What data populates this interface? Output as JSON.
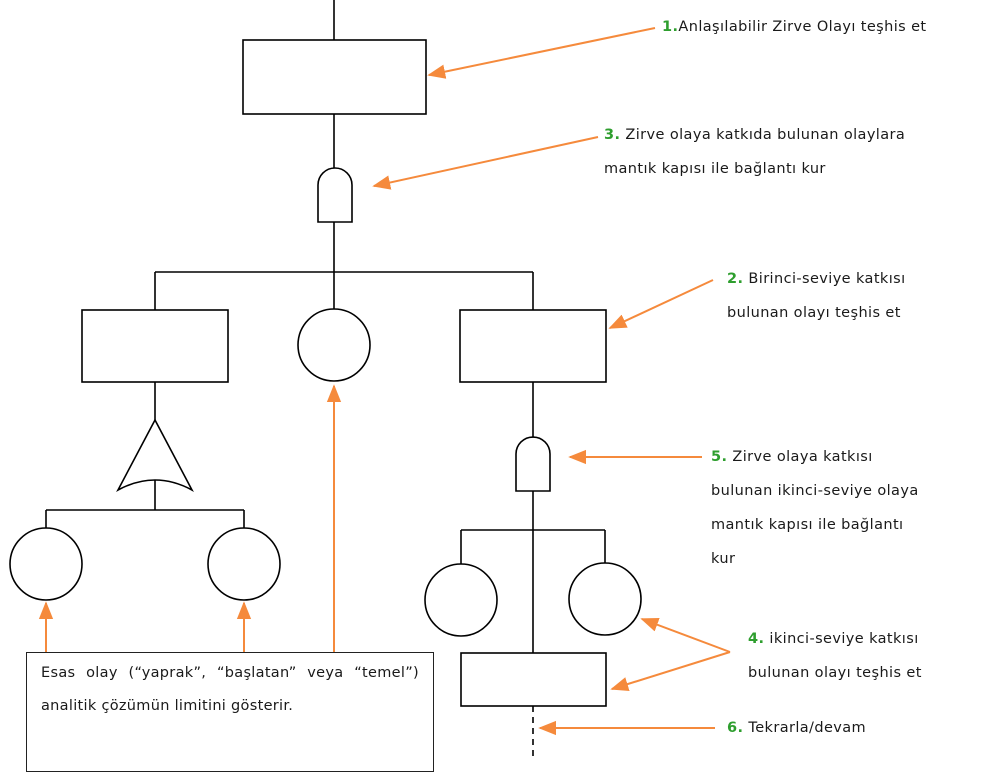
{
  "annotations": {
    "a1": {
      "num": "1.",
      "text": "Anlaşılabilir Zirve Olayı teşhis et"
    },
    "a3": {
      "num": "3.",
      "line1": "Zirve olaya katkıda bulunan olaylara",
      "line2": "mantık kapısı ile bağlantı kur"
    },
    "a2": {
      "num": "2.",
      "line1": "Birinci-seviye katkısı",
      "line2": "bulunan olayı teşhis et"
    },
    "a5": {
      "num": "5.",
      "line1": "Zirve olaya katkısı",
      "line2": "bulunan ikinci-seviye olaya",
      "line3": "mantık kapısı ile bağlantı",
      "line4": "kur"
    },
    "a4": {
      "num": "4.",
      "line1": "ikinci-seviye katkısı",
      "line2": "bulunan olayı teşhis et"
    },
    "a6": {
      "num": "6.",
      "text": "Tekrarla/devam"
    }
  },
  "basic_event_note": "Esas olay (“yaprak”, “başlatan” veya “temel”) analitik çözümün limitini gösterir.",
  "colors": {
    "arrow": "#f58a3c",
    "step_number": "#2e9e2e",
    "line": "#000000"
  }
}
